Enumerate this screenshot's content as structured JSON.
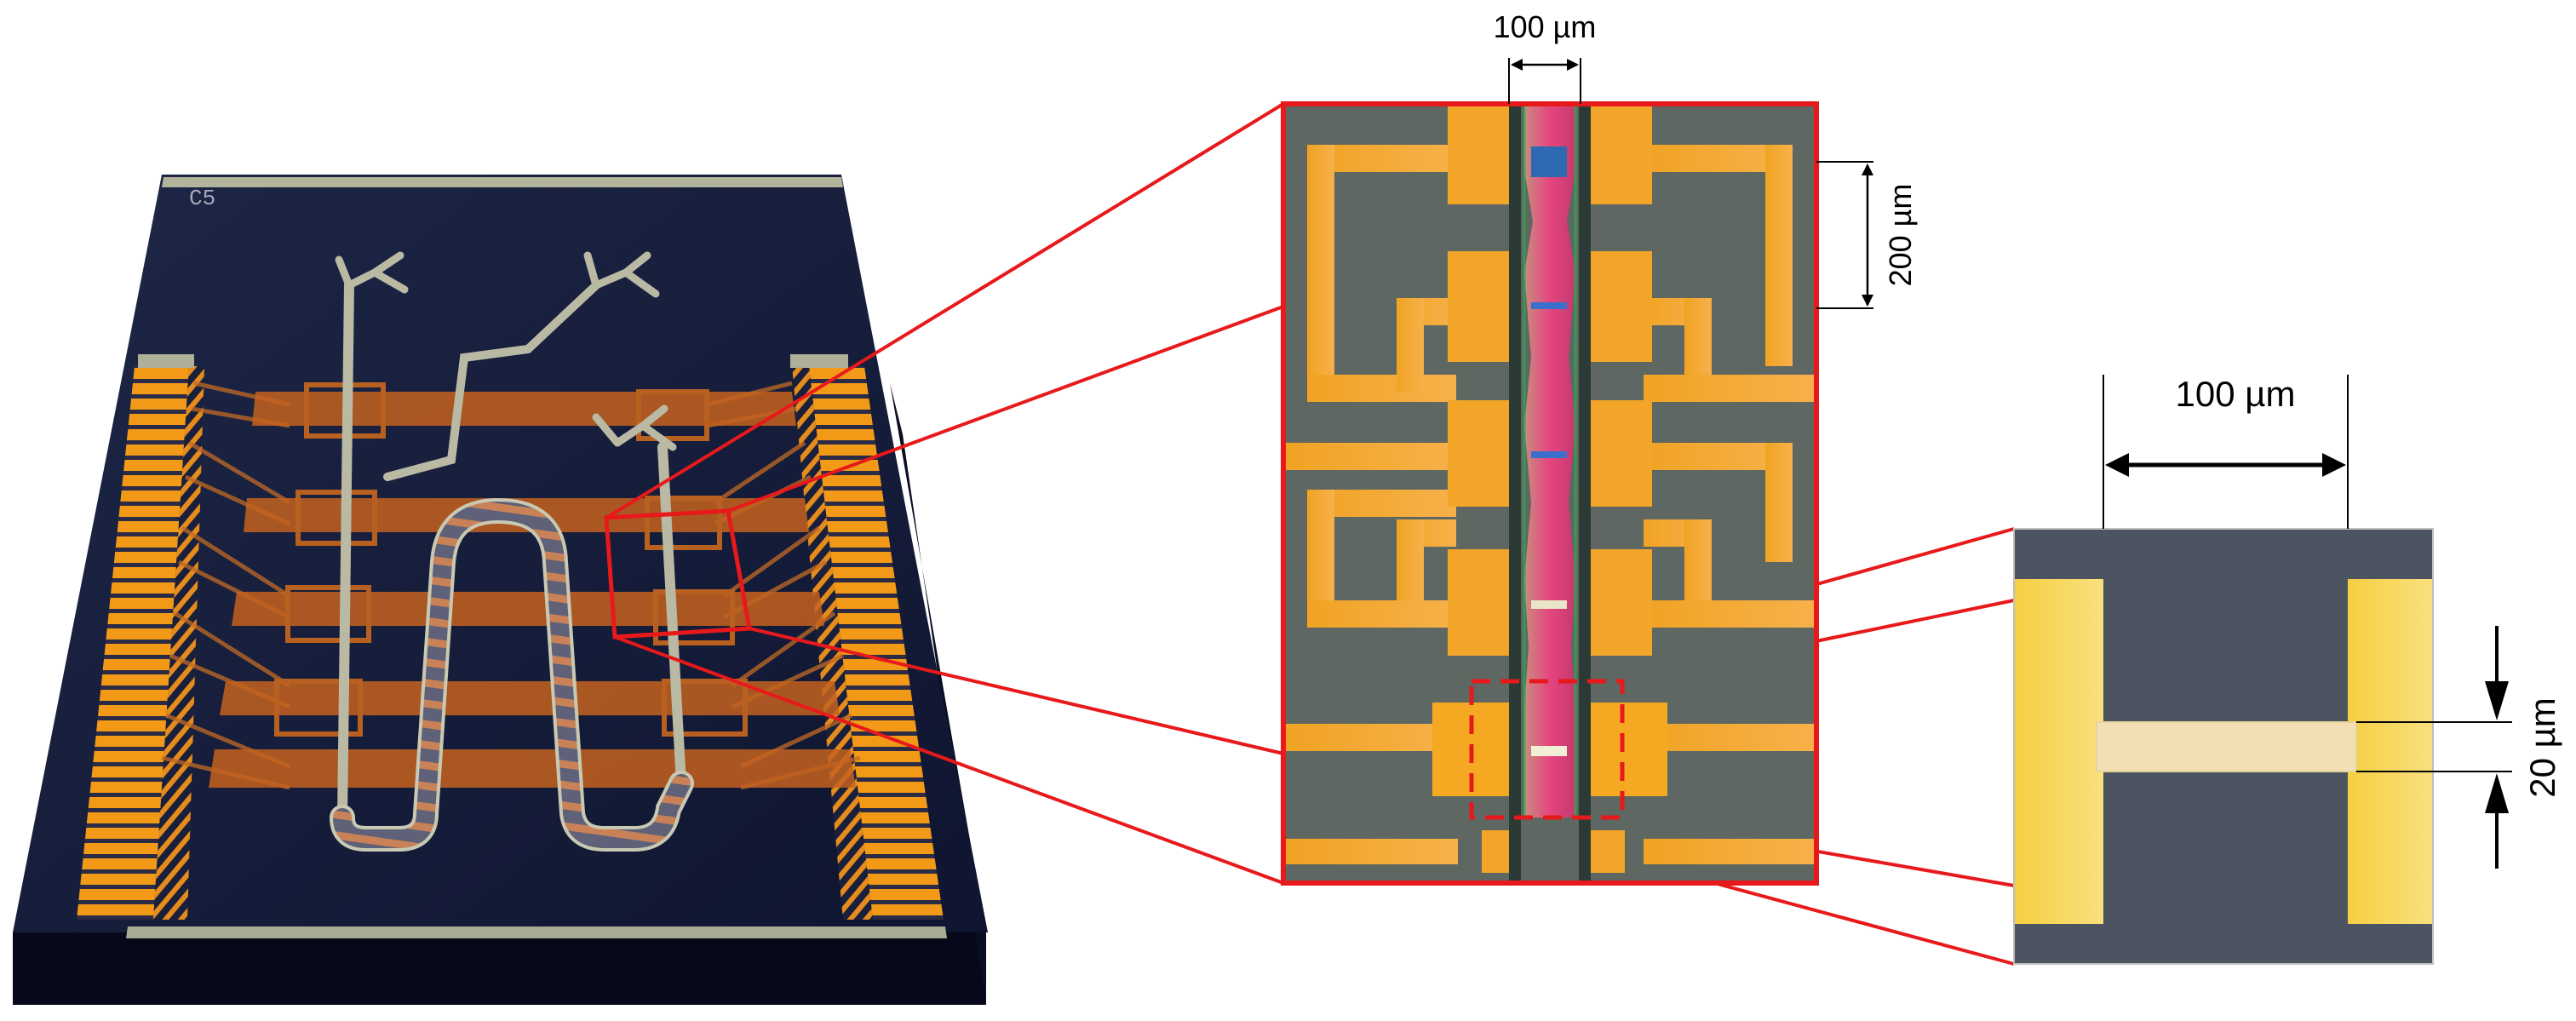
{
  "chip": {
    "label": "C5"
  },
  "zoom_panel": {
    "width_annotation": "100 µm",
    "pitch_annotation": "200 µm"
  },
  "detail_panel": {
    "width_annotation": "100 µm",
    "gap_annotation": "20 µm"
  },
  "colors": {
    "callout_red": "#e8191b",
    "substrate_top": "#1b2140",
    "substrate_side": "#0a0e1f",
    "gold_pad": "#f3a21d",
    "copper_trace": "#c8651d",
    "channel_silver": "#b9b9a4",
    "channel_magenta": "#c6429b",
    "detail_gray": "#4d5461",
    "detail_gold": "#f2cc46",
    "film_cream": "#f2e0b4"
  }
}
